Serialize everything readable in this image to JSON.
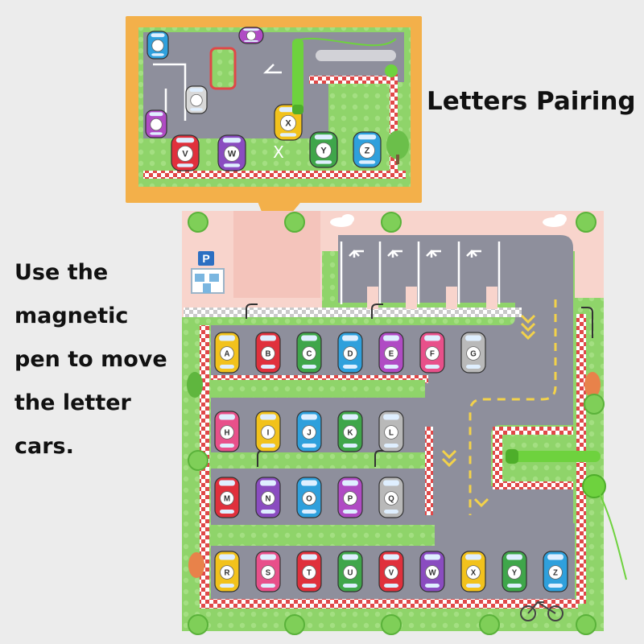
{
  "captions": {
    "title": "Letters Pairing",
    "description": [
      "Use the",
      "magnetic",
      "pen to move",
      "the letter",
      "cars."
    ]
  },
  "zoom_view": {
    "cars": [
      {
        "letter": "V",
        "color": "#e0303c"
      },
      {
        "letter": "W",
        "color": "#8a4cc0"
      },
      {
        "letter": "Y",
        "color": "#3fa64a"
      },
      {
        "letter": "Z",
        "color": "#2fa0dc"
      },
      {
        "letter": "X",
        "color": "#f2c21c"
      }
    ],
    "empty_spot_mark": "X"
  },
  "board": {
    "parking_sign": "P",
    "rows": [
      [
        {
          "letter": "A",
          "color": "#f2c21c"
        },
        {
          "letter": "B",
          "color": "#e0303c"
        },
        {
          "letter": "C",
          "color": "#3fa64a"
        },
        {
          "letter": "D",
          "color": "#2fa0dc"
        },
        {
          "letter": "E",
          "color": "#b04bc4"
        },
        {
          "letter": "F",
          "color": "#e8508a"
        },
        {
          "letter": "G",
          "color": "#b9b9b9"
        }
      ],
      [
        {
          "letter": "H",
          "color": "#e8508a"
        },
        {
          "letter": "I",
          "color": "#f2c21c"
        },
        {
          "letter": "J",
          "color": "#2fa0dc"
        },
        {
          "letter": "K",
          "color": "#3fa64a"
        },
        {
          "letter": "L",
          "color": "#b9b9b9"
        }
      ],
      [
        {
          "letter": "M",
          "color": "#e0303c"
        },
        {
          "letter": "N",
          "color": "#8a4cc0"
        },
        {
          "letter": "O",
          "color": "#2fa0dc"
        },
        {
          "letter": "P",
          "color": "#b04bc4"
        },
        {
          "letter": "Q",
          "color": "#b9b9b9"
        }
      ],
      [
        {
          "letter": "R",
          "color": "#f2c21c"
        },
        {
          "letter": "S",
          "color": "#e8508a"
        },
        {
          "letter": "T",
          "color": "#e0303c"
        },
        {
          "letter": "U",
          "color": "#3fa64a"
        },
        {
          "letter": "V",
          "color": "#e0303c"
        },
        {
          "letter": "W",
          "color": "#8a4cc0"
        },
        {
          "letter": "X",
          "color": "#f2c21c"
        },
        {
          "letter": "Y",
          "color": "#3fa64a"
        },
        {
          "letter": "Z",
          "color": "#2fa0dc"
        }
      ]
    ]
  },
  "colors": {
    "background": "#ececec",
    "board_green": "#8fd46a",
    "road_gray": "#8e8f9c",
    "board_pink": "#f8d4cc",
    "zoom_border": "#f3b04a",
    "pen": "#6ed23e"
  }
}
